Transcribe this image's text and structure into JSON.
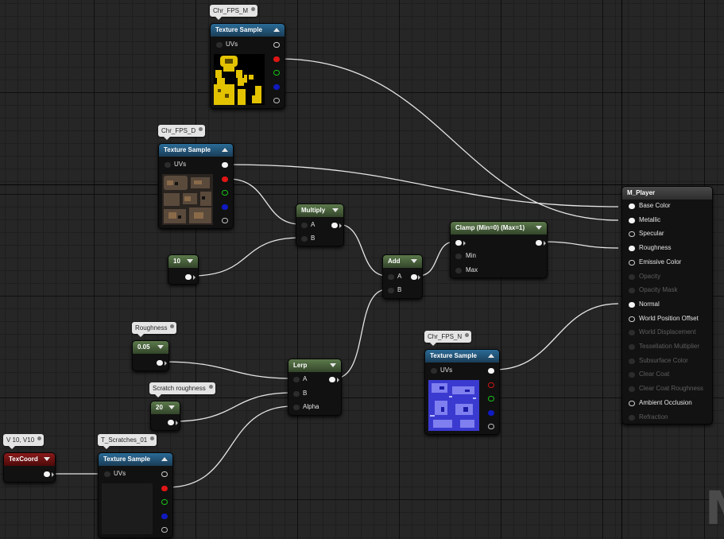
{
  "comments": {
    "chr_fps_m": "Chr_FPS_M",
    "chr_fps_d": "Chr_FPS_D",
    "chr_fps_n": "Chr_FPS_N",
    "roughness": "Roughness",
    "scratch_roughness": "Scratch roughness",
    "v10": "V 10, V10",
    "t_scratches": "T_Scratches_01"
  },
  "nodes": {
    "texture_sample_m": {
      "title": "Texture Sample",
      "uvs_label": "UVs"
    },
    "texture_sample_d": {
      "title": "Texture Sample",
      "uvs_label": "UVs"
    },
    "texture_sample_n": {
      "title": "Texture Sample",
      "uvs_label": "UVs"
    },
    "texture_sample_scratches": {
      "title": "Texture Sample",
      "uvs_label": "UVs"
    },
    "multiply": {
      "title": "Multiply",
      "pin_a": "A",
      "pin_b": "B"
    },
    "add": {
      "title": "Add",
      "pin_a": "A",
      "pin_b": "B"
    },
    "clamp": {
      "title": "Clamp (Min=0) (Max=1)",
      "pin_min": "Min",
      "pin_max": "Max"
    },
    "lerp": {
      "title": "Lerp",
      "pin_a": "A",
      "pin_b": "B",
      "pin_alpha": "Alpha"
    },
    "const_10": {
      "title": "10"
    },
    "const_005": {
      "title": "0.05"
    },
    "const_20": {
      "title": "20"
    },
    "texcoord": {
      "title": "TexCoord"
    }
  },
  "material": {
    "title": "M_Player",
    "inputs": [
      {
        "label": "Base Color",
        "enabled": true,
        "connected": true
      },
      {
        "label": "Metallic",
        "enabled": true,
        "connected": true
      },
      {
        "label": "Specular",
        "enabled": true,
        "connected": false
      },
      {
        "label": "Roughness",
        "enabled": true,
        "connected": true
      },
      {
        "label": "Emissive Color",
        "enabled": true,
        "connected": false
      },
      {
        "label": "Opacity",
        "enabled": false,
        "connected": false
      },
      {
        "label": "Opacity Mask",
        "enabled": false,
        "connected": false
      },
      {
        "label": "Normal",
        "enabled": true,
        "connected": true
      },
      {
        "label": "World Position Offset",
        "enabled": true,
        "connected": false
      },
      {
        "label": "World Displacement",
        "enabled": false,
        "connected": false
      },
      {
        "label": "Tessellation Multiplier",
        "enabled": false,
        "connected": false
      },
      {
        "label": "Subsurface Color",
        "enabled": false,
        "connected": false
      },
      {
        "label": "Clear Coat",
        "enabled": false,
        "connected": false
      },
      {
        "label": "Clear Coat Roughness",
        "enabled": false,
        "connected": false
      },
      {
        "label": "Ambient Occlusion",
        "enabled": true,
        "connected": false
      },
      {
        "label": "Refraction",
        "enabled": false,
        "connected": false
      }
    ]
  },
  "watermark": "M",
  "colors": {
    "texture_header": "#2b6b97",
    "math_header": "#5c7a4c",
    "texcoord_header": "#8a1a1a",
    "wire": "#e6e6e6",
    "pin_red": "#e01515",
    "pin_green": "#17c317",
    "pin_blue": "#101ac0"
  },
  "icons": [
    "dropdown-caret-icon",
    "collapse-caret-icon",
    "comment-pin-icon",
    "exec-pin-icon",
    "rgb-channel-pin-icon"
  ]
}
